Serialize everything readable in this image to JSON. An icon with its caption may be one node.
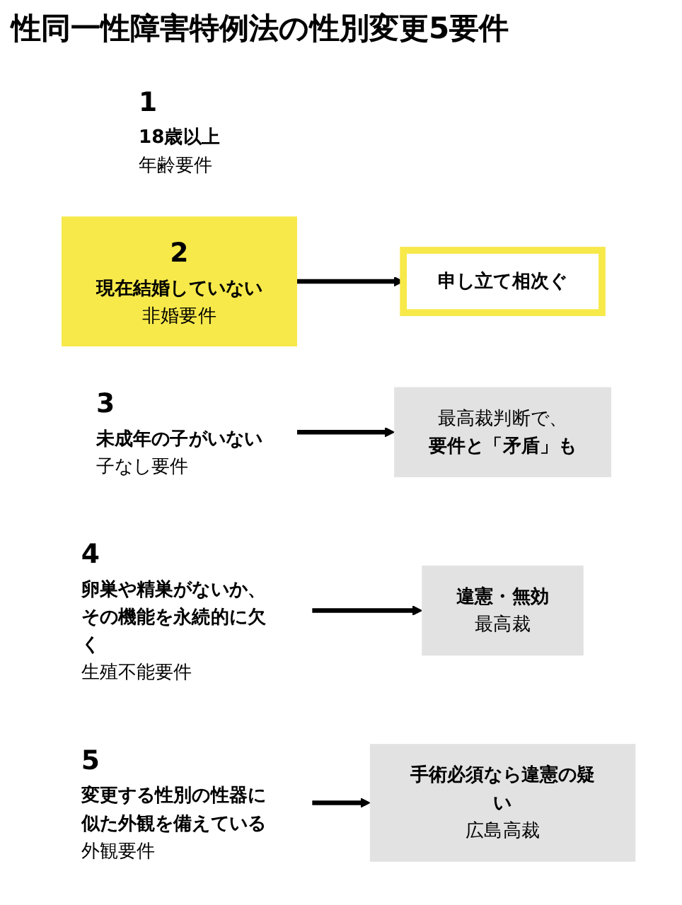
{
  "diagram": {
    "title": "性同一性障害特例法の性別変更5要件",
    "nodes": [
      {
        "text": [
          "1",
          "18歳以上",
          "年齢要件"
        ]
      },
      {
        "text": [
          "2",
          "現在結婚していない",
          "非婚要件"
        ]
      },
      {
        "text": [
          "申し立て相次ぐ"
        ]
      },
      {
        "text": [
          "3",
          "未成年の子がいない",
          "子なし要件"
        ]
      },
      {
        "text": [
          "最高裁判断で、",
          "要件と「矛盾」も"
        ]
      },
      {
        "text": [
          "4",
          "卵巣や精巣がないか、その機能を永続的に欠く",
          "生殖不能要件"
        ]
      },
      {
        "text": [
          "違憲・無効",
          "最高裁"
        ]
      },
      {
        "text": [
          "5",
          "変更する性別の性器に似た外観を備えている",
          "外観要件"
        ]
      },
      {
        "text": [
          "手術必須なら違憲の疑い",
          "広島高裁"
        ]
      }
    ],
    "edges": [
      {
        "from": 1,
        "to": 2,
        "arrow": "to"
      },
      {
        "from": 3,
        "to": 4,
        "arrow": "to"
      },
      {
        "from": 5,
        "to": 6,
        "arrow": "to"
      },
      {
        "from": 7,
        "to": 8,
        "arrow": "to"
      }
    ]
  }
}
